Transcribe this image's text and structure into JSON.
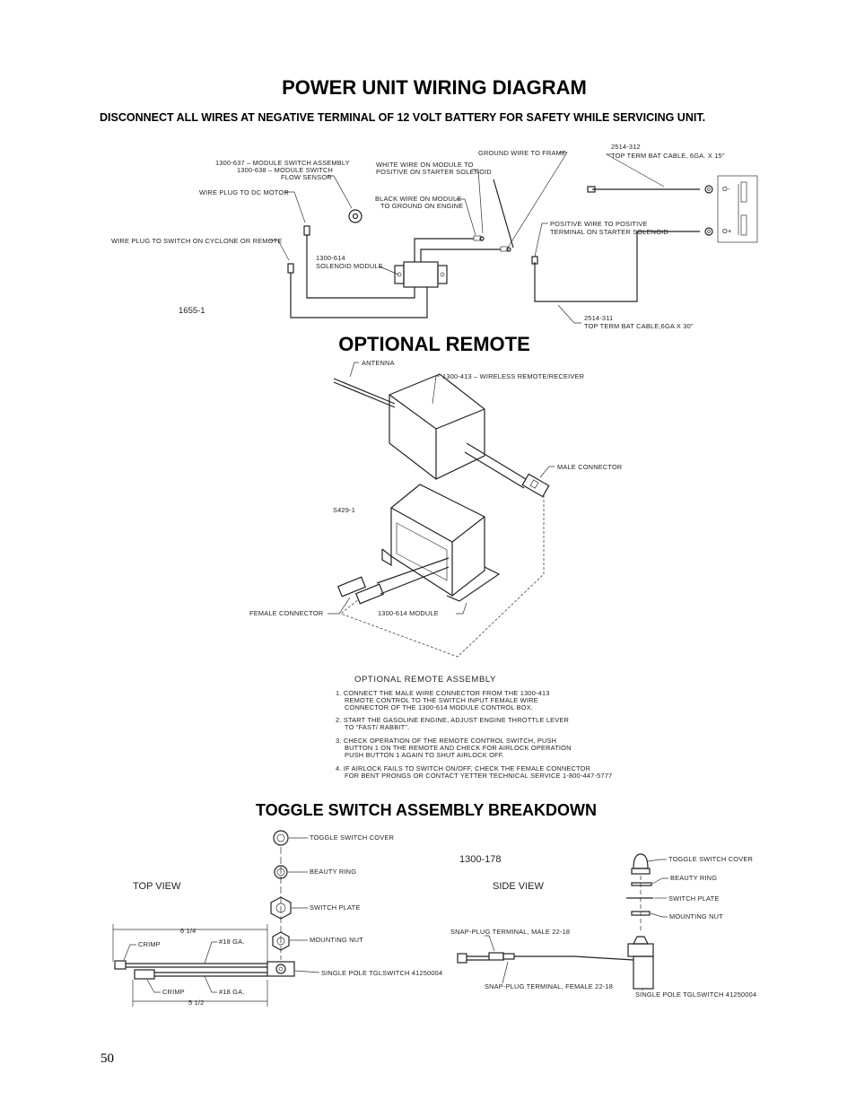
{
  "page": {
    "title": "POWER UNIT WIRING DIAGRAM",
    "warning": "DISCONNECT ALL WIRES AT NEGATIVE TERMINAL OF 12 VOLT BATTERY FOR SAFETY WHILE SERVICING UNIT.",
    "page_number": "50"
  },
  "wiring": {
    "drawing_number": "1655-1",
    "labels": {
      "module_switch_1": "1300-637 – MODULE SWITCH ASSEMBLY",
      "module_switch_2": "1300-638 – MODULE SWITCH",
      "flow_sensor": "FLOW SENSOR",
      "plug_dc_motor": "WIRE PLUG TO DC MOTOR",
      "plug_cyclone": "WIRE PLUG TO SWITCH ON CYCLONE OR REMOTE",
      "white_wire_1": "WHITE WIRE ON MODULE TO",
      "white_wire_2": "POSITIVE ON STARTER SOLENOID",
      "black_wire_1": "BLACK WIRE ON MODULE",
      "black_wire_2": "TO GROUND ON ENGINE",
      "ground_wire": "GROUND WIRE TO FRAME",
      "solenoid_1": "1300-614",
      "solenoid_2": "SOLENOID MODULE",
      "bat_cable_15_1": "2514-312",
      "bat_cable_15_2": "TOP TERM BAT CABLE, 6GA. X 15\"",
      "pos_wire_1": "POSITIVE WIRE TO POSITIVE",
      "pos_wire_2": "TERMINAL ON STARTER SOLENOID",
      "bat_cable_30_1": "2514-311",
      "bat_cable_30_2": "TOP TERM BAT CABLE,6GA X 30\"",
      "neg": "O-",
      "pos": "O+"
    }
  },
  "remote": {
    "title": "OPTIONAL REMOTE",
    "drawing_number": "S429-1",
    "labels": {
      "antenna": "ANTENNA",
      "receiver": "1300-413 – WIRELESS REMOTE/RECEIVER",
      "male_connector": "MALE CONNECTOR",
      "female_connector": "FEMALE CONNECTOR",
      "module": "1300-614 MODULE"
    },
    "assembly_title": "OPTIONAL REMOTE ASSEMBLY",
    "steps": [
      [
        "1. CONNECT THE MALE WIRE CONNECTOR FROM THE 1300-413",
        "REMOTE CONTROL TO THE SWITCH INPUT FEMALE WIRE",
        "CONNECTOR OF THE 1300-614 MODULE CONTROL BOX."
      ],
      [
        "2. START THE GASOLINE ENGINE, ADJUST ENGINE THROTTLE LEVER",
        "TO \"FAST/ RABBIT\"."
      ],
      [
        "3. CHECK OPERATION OF THE REMOTE CONTROL SWITCH, PUSH",
        "BUTTON 1 ON THE REMOTE AND CHECK FOR AIRLOCK OPERATION",
        "PUSH BUTTON 1 AGAIN TO SHUT AIRLOCK OFF."
      ],
      [
        "4. IF AIRLOCK FAILS TO SWITCH ON/OFF, CHECK THE FEMALE CONNECTOR",
        "FOR BENT PRONGS OR CONTACT YETTER TECHNICAL SERVICE 1-800-447-5777"
      ]
    ]
  },
  "toggle": {
    "title": "TOGGLE SWITCH ASSEMBLY BREAKDOWN",
    "part_number": "1300-178",
    "top_view": "TOP VIEW",
    "side_view": "SIDE VIEW",
    "labels": {
      "cover": "TOGGLE SWITCH COVER",
      "ring": "BEAUTY RING",
      "plate": "SWITCH PLATE",
      "nut": "MOUNTING NUT",
      "single_pole": "SINGLE POLE TGLSWITCH 41250004",
      "crimp": "CRIMP",
      "gauge": "#18 GA.",
      "dim_top": "6 1/4",
      "dim_bottom": "5 1/2",
      "snap_male": "SNAP-PLUG TERMINAL, MALE 22-18",
      "snap_female": "SNAP-PLUG TERMINAL, FEMALE 22-18"
    }
  }
}
